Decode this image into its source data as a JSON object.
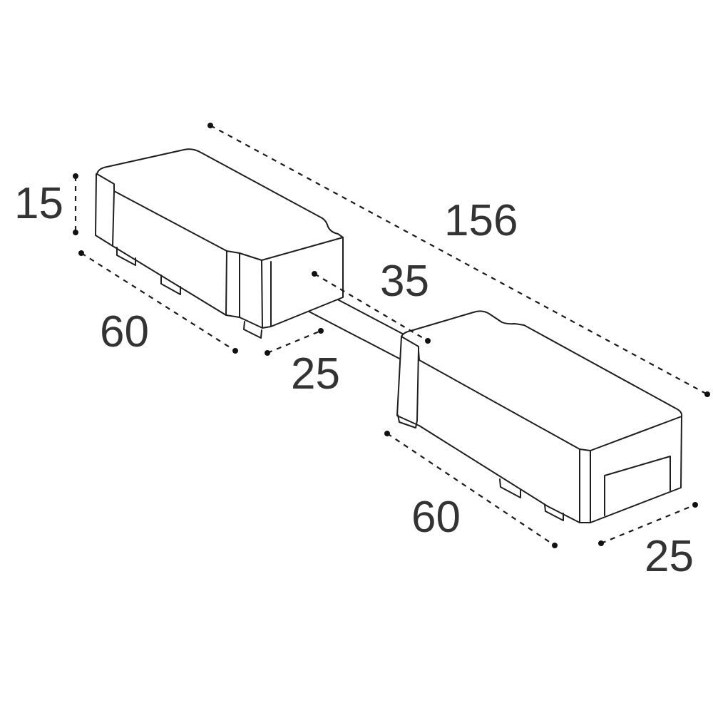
{
  "dimensions": {
    "height": "15",
    "total_length": "156",
    "rod_length": "35",
    "left_length": "60",
    "left_width": "25",
    "right_length": "60",
    "right_width": "25"
  },
  "colors": {
    "line": "#1e1e1e",
    "text": "#333333"
  }
}
